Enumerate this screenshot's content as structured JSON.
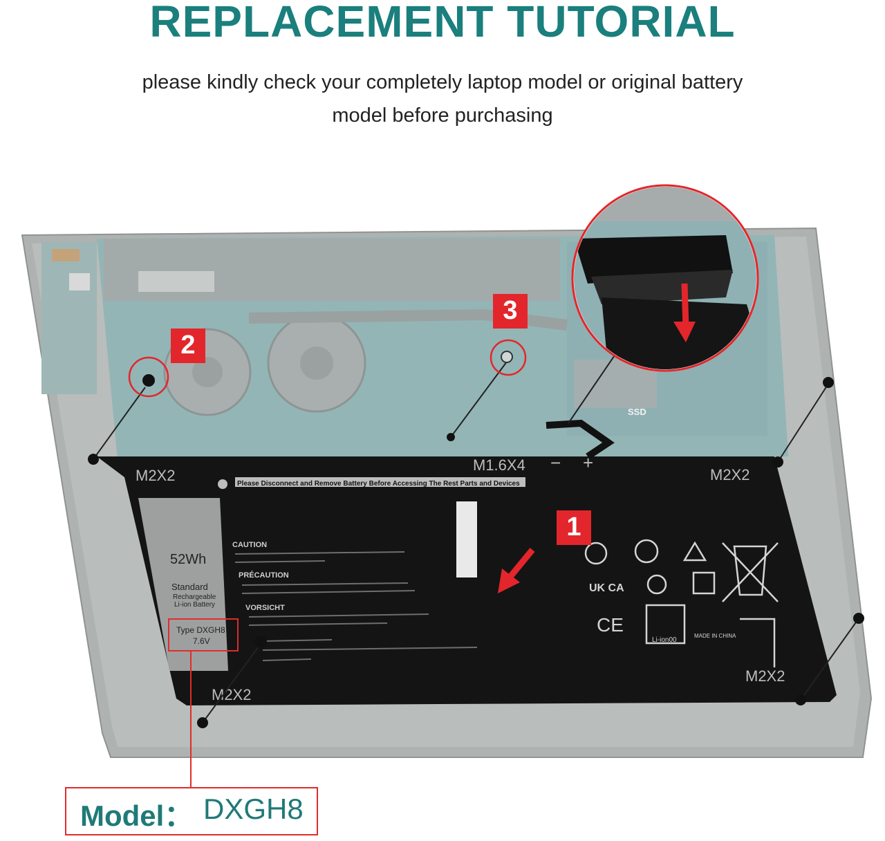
{
  "header": {
    "title": "REPLACEMENT TUTORIAL",
    "subtitle_line1": "please kindly check your completely laptop model or original battery",
    "subtitle_line2": "model before purchasing"
  },
  "steps": {
    "step1": "1",
    "step2": "2",
    "step3": "3"
  },
  "screws": {
    "top_left": "M2X2",
    "top_center": "M1.6X4",
    "top_right": "M2X2",
    "bottom_left": "M2X2",
    "bottom_right": "M2X2"
  },
  "terminals": {
    "minus": "−",
    "plus": "+"
  },
  "laptop": {
    "ssd_label": "SSD"
  },
  "battery": {
    "warning": "Please Disconnect and Remove Battery Before Accessing The Rest Parts and Devices",
    "capacity": "52Wh",
    "standard": "Standard",
    "rechargeable": "Rechargeable",
    "li_ion": "Li-ion Battery",
    "type": "Type DXGH8",
    "voltage": "7.6V",
    "caution_title": "CAUTION",
    "precaution_title": "PRÉCAUTION",
    "vorsicht_title": "VORSICHT",
    "ukca": "UK CA",
    "ce": "CE",
    "recycle": "Li-ion00",
    "made_in": "MADE IN CHINA"
  },
  "model": {
    "label": "Model：",
    "value": "DXGH8"
  },
  "colors": {
    "title": "#1a7f7d",
    "accent_red": "#e3262b",
    "battery": "#121212",
    "chassis": "#a8acab",
    "board": "#8fb3b4"
  }
}
